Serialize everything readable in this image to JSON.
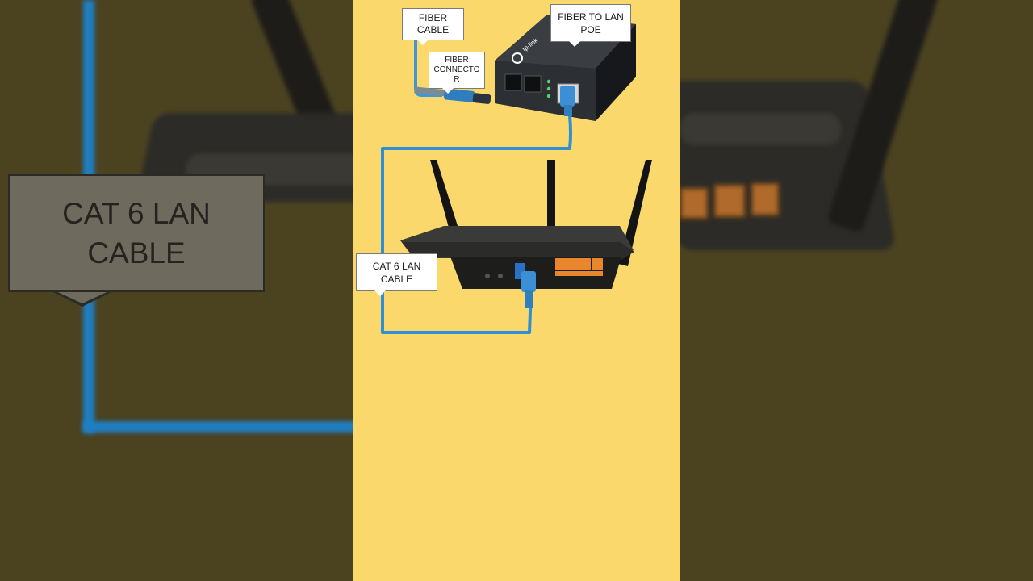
{
  "background_labels": {
    "cat6_callout": "CAT 6 LAN\nCABLE"
  },
  "diagram": {
    "labels": {
      "fiber_cable": "FIBER\nCABLE",
      "fiber_connector": "FIBER\nCONNECTO\nR",
      "fiber_to_lan_poe": "FIBER TO LAN\nPOE",
      "cat6_lan_cable": "CAT 6 LAN\nCABLE"
    },
    "device_brand": "tp-link"
  },
  "colors": {
    "panel_background": "#fad86b",
    "side_background": "#4b4220",
    "cable_blue": "#2f8fd6",
    "router_lan_ports": "#e8862e"
  },
  "icons": [
    "tp-link-logo-icon"
  ]
}
